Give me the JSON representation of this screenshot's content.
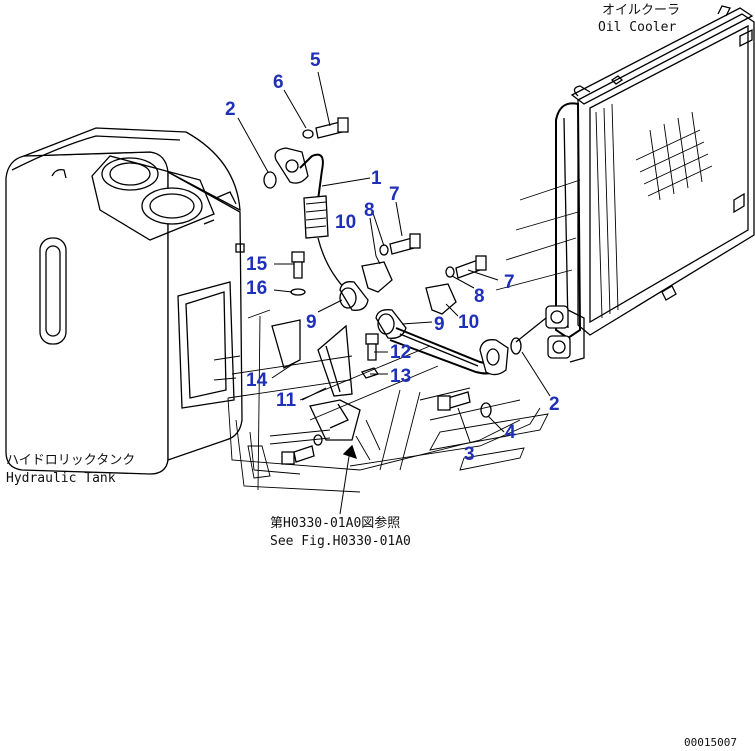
{
  "labels": {
    "oil_cooler_jp": "オイルクーラ",
    "oil_cooler_en": "Oil Cooler",
    "hydraulic_tank_jp": "ハイドロリックタンク",
    "hydraulic_tank_en": "Hydraulic Tank",
    "see_fig_jp": "第H0330-01A0図参照",
    "see_fig_en": "See Fig.H0330-01A0",
    "doc_number": "00015007"
  },
  "callouts": {
    "c1": "1",
    "c2a": "2",
    "c2b": "2",
    "c3": "3",
    "c4": "4",
    "c5": "5",
    "c6": "6",
    "c7a": "7",
    "c7b": "7",
    "c8a": "8",
    "c8b": "8",
    "c9a": "9",
    "c9b": "9",
    "c10a": "10",
    "c10b": "10",
    "c11": "11",
    "c12": "12",
    "c13": "13",
    "c14": "14",
    "c15": "15",
    "c16": "16"
  },
  "colors": {
    "callout": "#1f2fb8",
    "linework": "#000000",
    "background": "#ffffff"
  }
}
